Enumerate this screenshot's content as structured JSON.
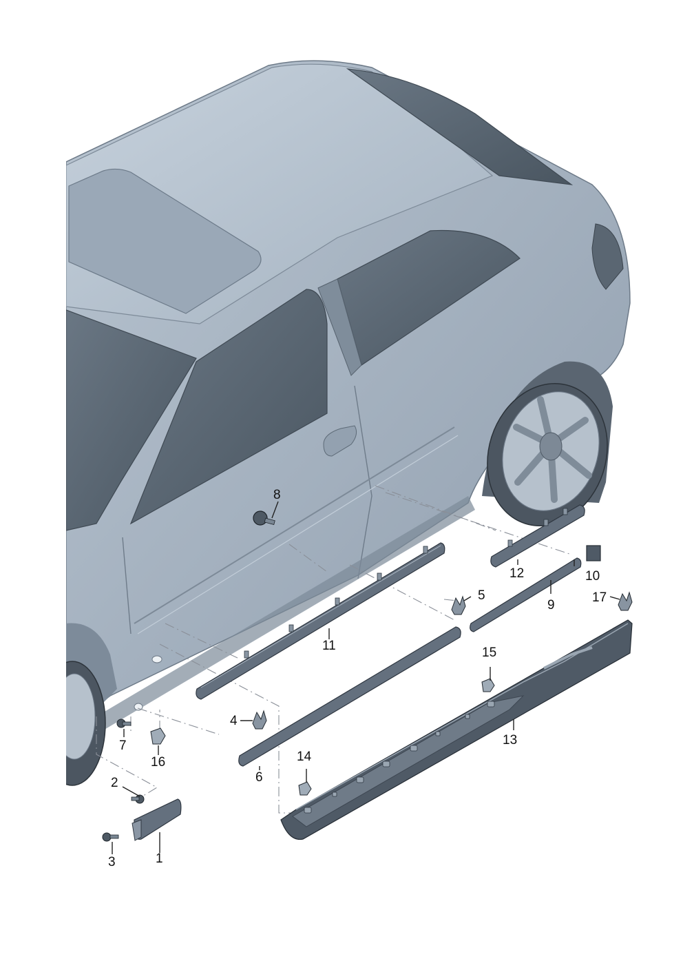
{
  "diagram": {
    "labels": {
      "p1": "1",
      "p2": "2",
      "p3": "3",
      "p4": "4",
      "p5": "5",
      "p6": "6",
      "p7": "7",
      "p8": "8",
      "p9": "9",
      "p10": "10",
      "p11": "11",
      "p12": "12",
      "p13": "13",
      "p14": "14",
      "p15": "15",
      "p16": "16",
      "p17": "17"
    }
  },
  "colors": {
    "body": "#a9b6c3",
    "body_shade": "#8d9bab",
    "glass": "#56636f",
    "strip": "#64707e",
    "background": "#ffffff"
  }
}
